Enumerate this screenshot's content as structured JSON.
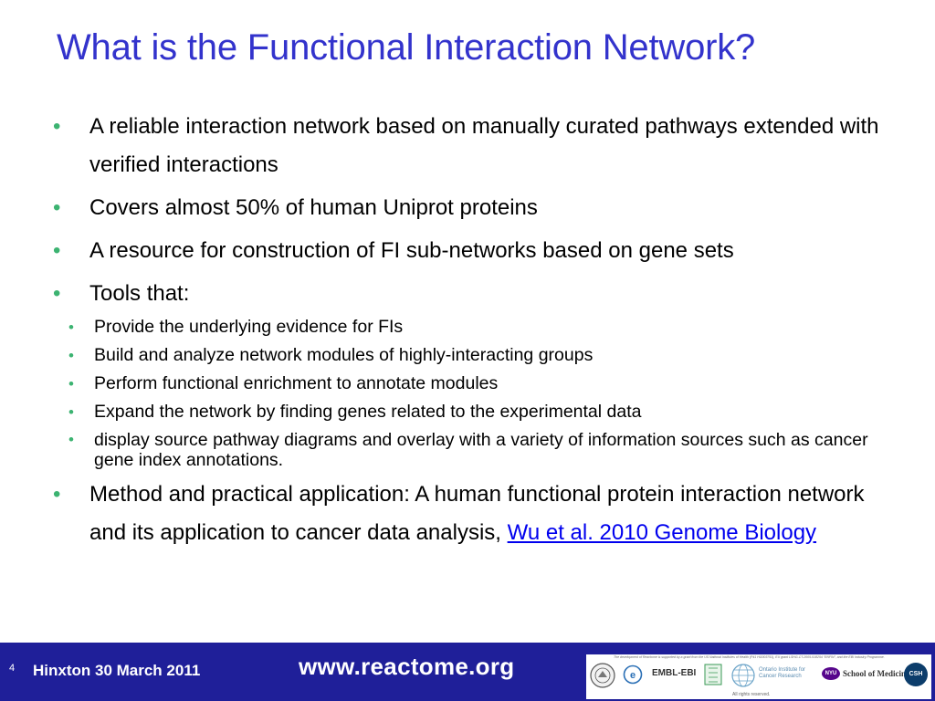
{
  "slide": {
    "title": "What is the Functional Interaction Network?",
    "bullet_symbol": "•",
    "bullets": [
      "A reliable interaction network based on manually curated pathways extended with verified interactions",
      "Covers almost 50% of human Uniprot proteins",
      "A resource for construction of FI sub-networks based on gene sets",
      "Tools that:"
    ],
    "sub_bullets": [
      "Provide the underlying evidence  for FIs",
      "Build and analyze network modules of highly-interacting groups",
      "Perform functional enrichment to annotate modules",
      "Expand the network by finding genes related to the experimental data",
      "display source pathway diagrams and overlay with a variety of information sources such as cancer gene index annotations."
    ],
    "last_bullet": {
      "text": "Method and practical application:  A human functional protein interaction network and its application to cancer data analysis, ",
      "link_text": "Wu et al. 2010 Genome Biology"
    }
  },
  "footer": {
    "slide_number": "4",
    "venue": "Hinxton 30 March 2011",
    "website": "www.reactome.org",
    "logos": {
      "funding_note": "The development of Reactome is supported by a grant from the US National Institutes of Health (P41 HG003751), EU grant LSHG-CT-2005-518254 \"ENFIN\", and the EBI Industry Programme.",
      "rights": "All rights reserved.",
      "embl": "EMBL-EBI",
      "oicr": "Ontario Institute for Cancer Research",
      "nyu_badge": "NYU",
      "nyu": "School of Medicine",
      "csh": "CSH"
    }
  },
  "colors": {
    "title": "#3333cc",
    "bullet": "#3cb371",
    "footer_bg": "#1f1f99",
    "link": "#0000ee"
  }
}
